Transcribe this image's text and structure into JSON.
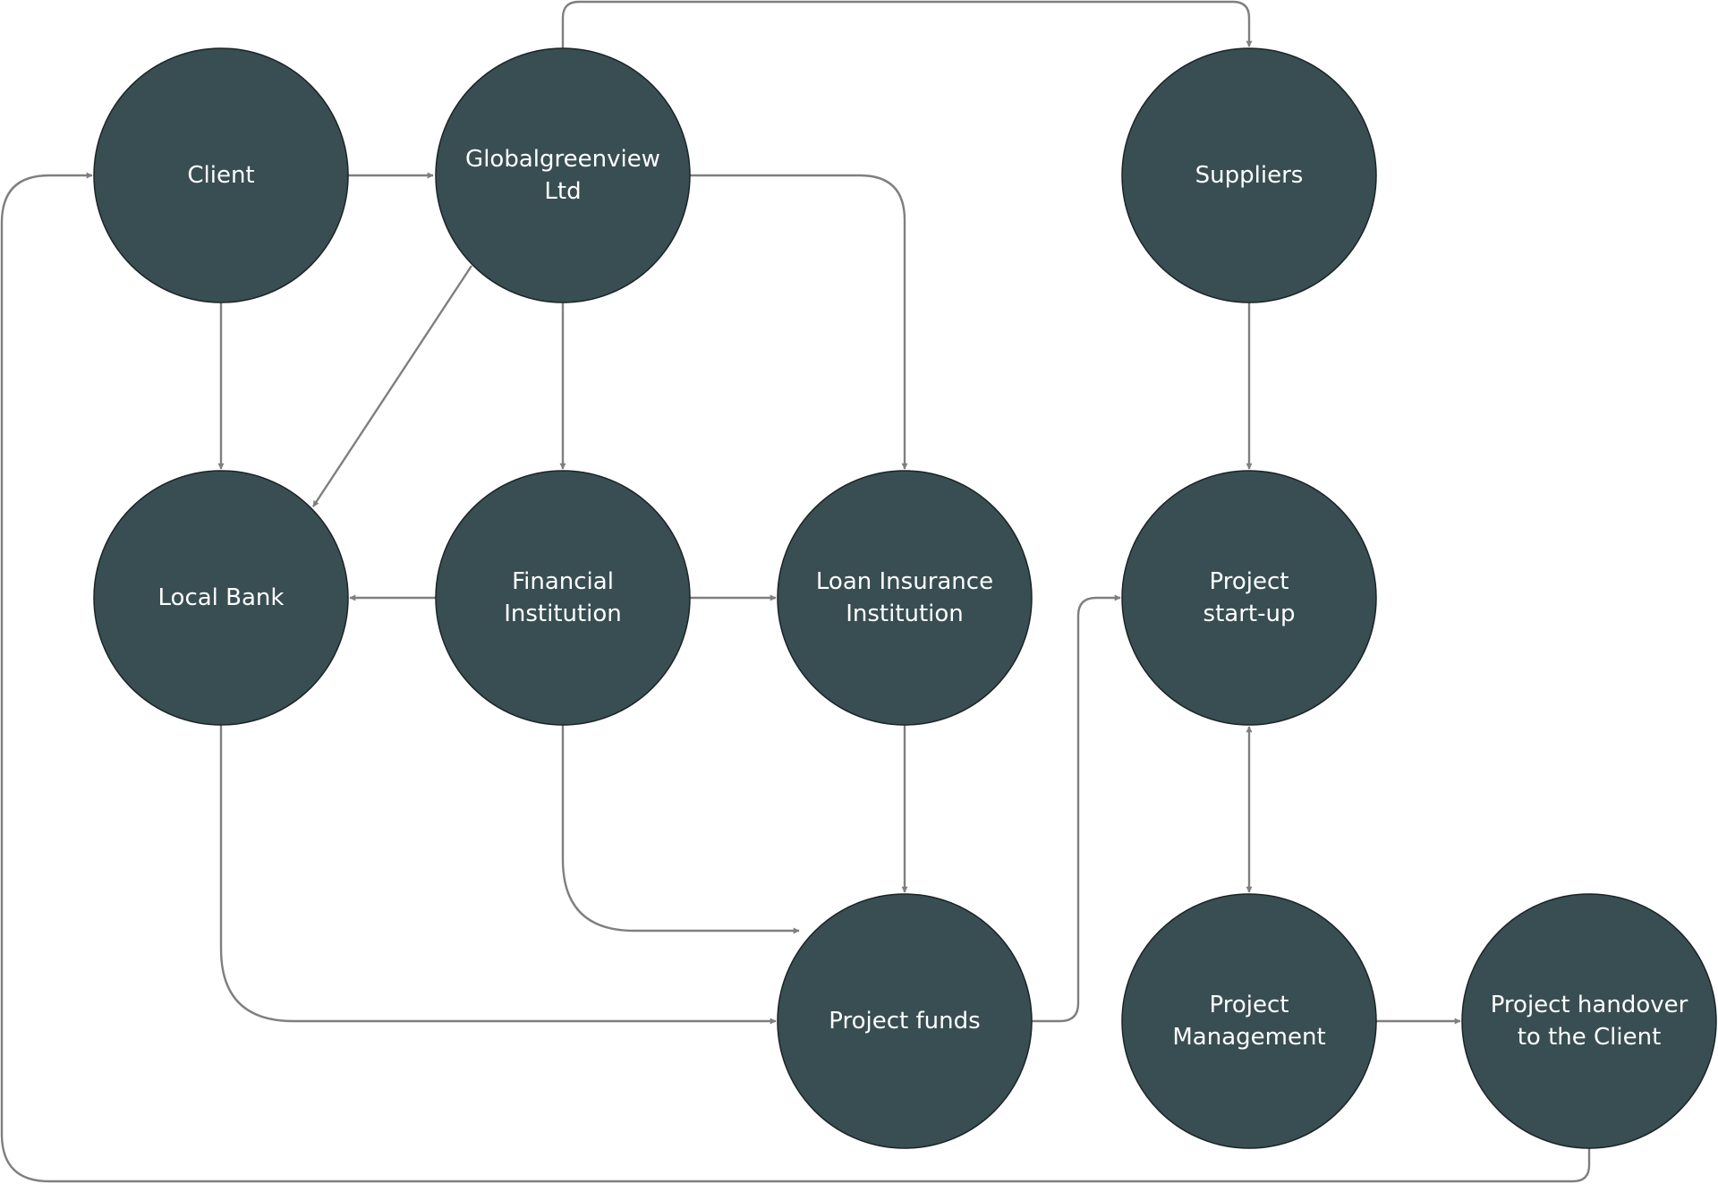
{
  "colors": {
    "node_fill": "#384e52",
    "node_text": "#ffffff",
    "edge": "#7f7f7f",
    "background": "#ffffff"
  },
  "nodes": {
    "client": {
      "label": [
        "Client"
      ]
    },
    "globalgreenview": {
      "label": [
        "Globalgreenview",
        "Ltd"
      ]
    },
    "suppliers": {
      "label": [
        "Suppliers"
      ]
    },
    "local_bank": {
      "label": [
        "Local Bank"
      ]
    },
    "financial_institution": {
      "label": [
        "Financial",
        "Institution"
      ]
    },
    "loan_insurance": {
      "label": [
        "Loan Insurance",
        "Institution"
      ]
    },
    "project_startup": {
      "label": [
        "Project",
        "start-up"
      ]
    },
    "project_funds": {
      "label": [
        "Project funds"
      ]
    },
    "project_management": {
      "label": [
        "Project",
        "Management"
      ]
    },
    "project_handover": {
      "label": [
        "Project handover",
        "to the Client"
      ]
    }
  },
  "edges": [
    {
      "from": "client",
      "to": "globalgreenview"
    },
    {
      "from": "globalgreenview",
      "to": "suppliers"
    },
    {
      "from": "client",
      "to": "local_bank"
    },
    {
      "from": "globalgreenview",
      "to": "local_bank"
    },
    {
      "from": "globalgreenview",
      "to": "financial_institution"
    },
    {
      "from": "globalgreenview",
      "to": "loan_insurance"
    },
    {
      "from": "suppliers",
      "to": "project_startup"
    },
    {
      "from": "financial_institution",
      "to": "local_bank"
    },
    {
      "from": "financial_institution",
      "to": "loan_insurance"
    },
    {
      "from": "loan_insurance",
      "to": "project_funds"
    },
    {
      "from": "financial_institution",
      "to": "project_funds"
    },
    {
      "from": "local_bank",
      "to": "project_funds"
    },
    {
      "from": "project_funds",
      "to": "project_startup"
    },
    {
      "from": "project_startup",
      "to": "project_management",
      "bidirectional": true
    },
    {
      "from": "project_management",
      "to": "project_handover"
    },
    {
      "from": "project_handover",
      "to": "client"
    }
  ]
}
